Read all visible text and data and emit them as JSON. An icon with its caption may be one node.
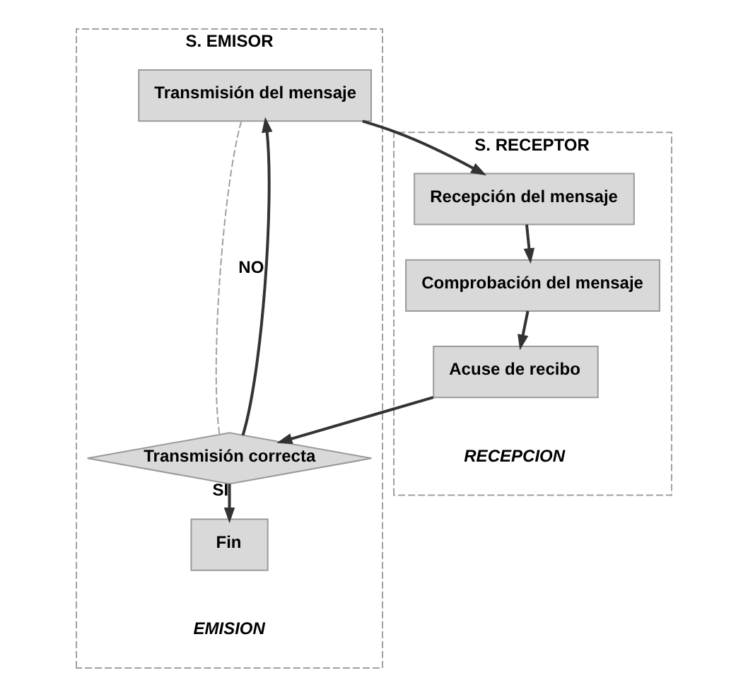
{
  "diagram": {
    "nodes": [
      {
        "text": [
          "S. EMISOR",
          "EMISION"
        ]
      },
      {
        "text": [
          "Transmisión del mensaje"
        ],
        "in": 0
      },
      {
        "text": [
          "Transmisión correcta"
        ],
        "in": 0
      },
      {
        "text": [
          "Fin"
        ],
        "in": 0
      },
      {
        "text": [
          "S. RECEPTOR",
          "RECEPCION"
        ]
      },
      {
        "text": [
          "Recepción del mensaje"
        ],
        "in": 4
      },
      {
        "text": [
          "Comprobación del mensaje"
        ],
        "in": 4
      },
      {
        "text": [
          "Acuse de recibo"
        ],
        "in": 4
      }
    ],
    "edges": [
      {
        "from": 1,
        "to": 5,
        "arrow": "to"
      },
      {
        "from": 5,
        "to": 6,
        "arrow": "to"
      },
      {
        "from": 6,
        "to": 7,
        "arrow": "to"
      },
      {
        "from": 7,
        "to": 2,
        "arrow": "to"
      },
      {
        "from": 2,
        "to": 1,
        "arrow": "to",
        "label": "NO"
      },
      {
        "from": 2,
        "to": 3,
        "arrow": "to",
        "label": "SI"
      },
      {
        "from": 1,
        "to": 2,
        "arrow": "none",
        "style": "dashed",
        "color": "#a0a0a0"
      }
    ]
  }
}
